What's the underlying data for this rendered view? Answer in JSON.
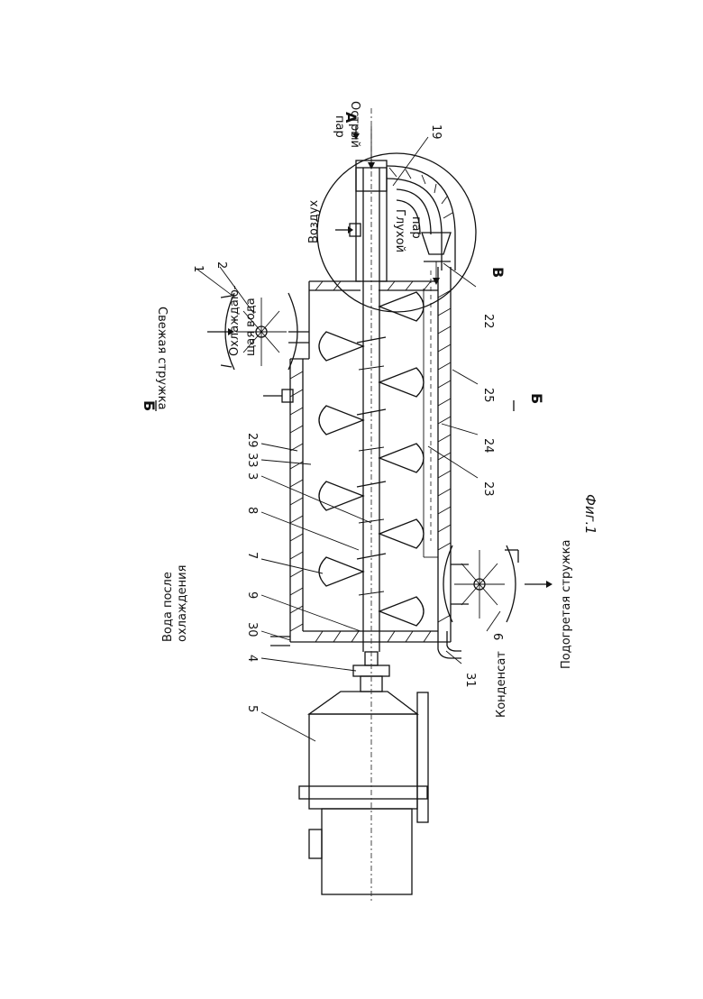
{
  "figure": {
    "caption": "Фиг.1",
    "labels": {
      "fresh_chips": "Свежая стружка",
      "cooling_water_l1": "Охлаждаю-",
      "cooling_water_l2": "щая вода",
      "water_after_l1": "Вода после",
      "water_after_l2": "охлаждения",
      "air": "Воздух",
      "live_steam_l1": "Острый",
      "live_steam_l2": "пар",
      "dead_steam_l1": "Глухой",
      "dead_steam_l2": "пар",
      "condensate": "Конденсат",
      "heated_chips": "Подогретая стружка"
    },
    "section_marks": {
      "a": "А",
      "b": "Б",
      "v": "В"
    },
    "callouts": [
      "1",
      "2",
      "29",
      "33",
      "3",
      "8",
      "7",
      "9",
      "30",
      "4",
      "5",
      "19",
      "22",
      "25",
      "24",
      "23",
      "6",
      "31"
    ]
  }
}
